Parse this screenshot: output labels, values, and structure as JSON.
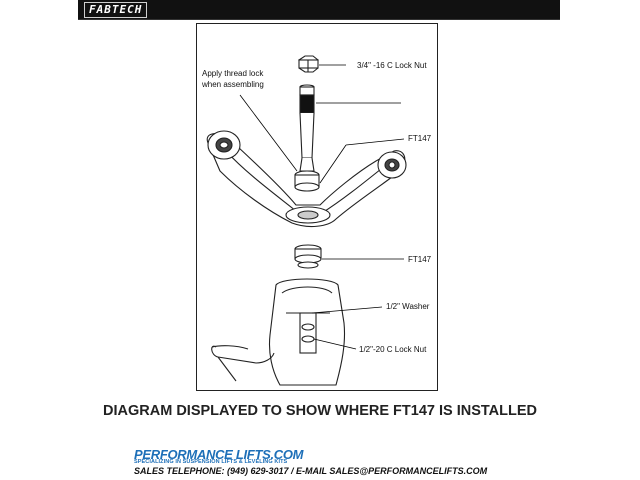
{
  "header": {
    "brand": "FABTECH"
  },
  "callouts": {
    "thread_lock_line1": "Apply thread lock",
    "thread_lock_line2": "when assembling",
    "lock_nut_top": "3/4\" -16 C Lock Nut",
    "ft147_top": "FT147",
    "ft147_bottom": "FT147",
    "washer": "1/2\" Washer",
    "lock_nut_bottom": "1/2\"-20 C Lock Nut"
  },
  "caption": "DIAGRAM DISPLAYED TO SHOW WHERE FT147 IS INSTALLED",
  "footer": {
    "logo": "PERFORMANCE LIFTS.COM",
    "tagline": "SPECIALIZING IN SUSPENSION LIFTS & LEVELING KITS",
    "contact": "SALES TELEPHONE: (949) 629-3017 / E-MAIL SALES@PERFORMANCELIFTS.COM"
  },
  "colors": {
    "header_bg": "#111111",
    "logo_blue": "#1d6fb8"
  }
}
